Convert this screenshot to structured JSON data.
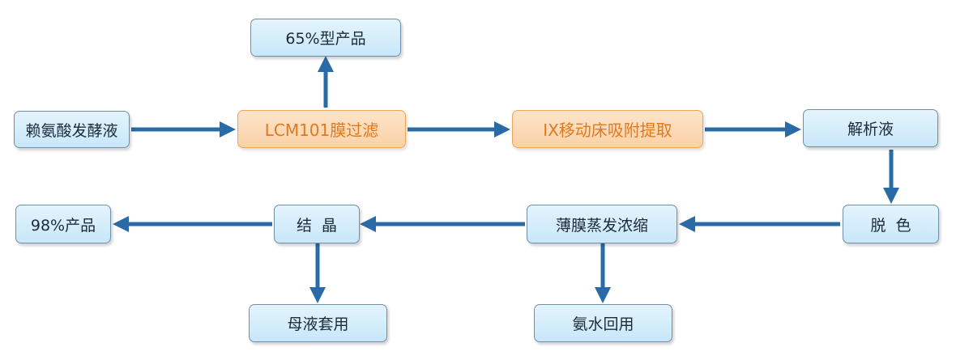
{
  "nodes": {
    "raw": "赖氨酸发酵液",
    "lcm": "LCM101膜过滤",
    "p65": "65%型产品",
    "ix": "IX移动床吸附提取",
    "jiexi": "解析液",
    "tuose": "脱  色",
    "evap": "薄膜蒸发浓缩",
    "ammonia": "氨水回用",
    "cryst": "结  晶",
    "mother": "母液套用",
    "p98": "98%产品"
  },
  "colors": {
    "arrow": "#2a6aa6",
    "blue_border": "#6f8fab",
    "orange_border": "#f0a45a",
    "orange_text": "#e07a1e"
  }
}
